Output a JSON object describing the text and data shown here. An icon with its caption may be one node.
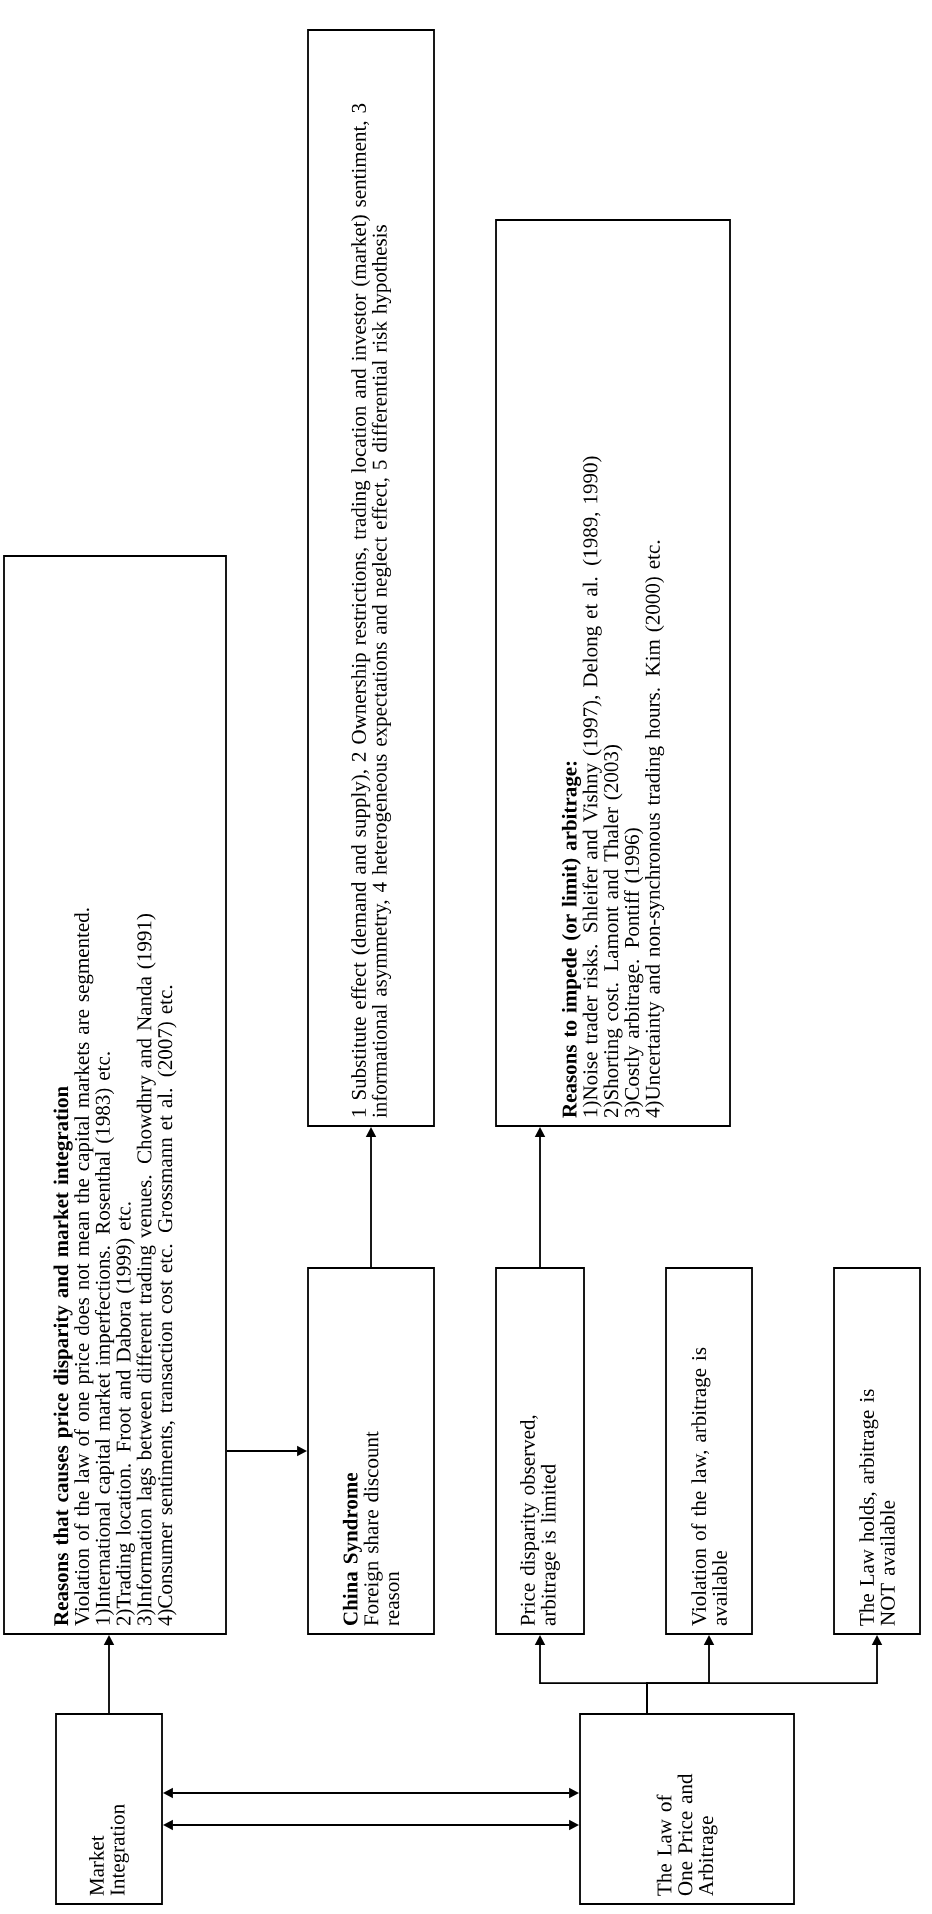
{
  "diagram": {
    "nodes": [
      {
        "text": [
          "Market Integration"
        ]
      },
      {
        "text": [
          "Reasons that causes price disparity and market integration",
          "Violation of the law of one price does not mean the capital markets are segmented.",
          "1)International capital market imperfections. Rosenthal (1983) etc.",
          "2)Trading location. Froot and Dabora (1999) etc.",
          "3)Information lags between different trading venues. Chowdhry and Nanda (1991)",
          "4)Consumer sentiments, transaction cost etc. Grossmann et al. (2007) etc."
        ]
      },
      {
        "text": [
          "China Syndrome",
          "Foreign share discount reason"
        ]
      },
      {
        "text": [
          "1 Substitute effect (demand and supply), 2 Ownership restrictions, trading location and investor (market) sentiment, 3 informational asymmetry, 4 heterogeneous expectations and neglect effect, 5 differential risk hypothesis"
        ]
      },
      {
        "text": [
          "The Law of One Price and Arbitrage"
        ]
      },
      {
        "text": [
          "Price disparity observed, arbitrage is limited"
        ]
      },
      {
        "text": [
          "Violation of the law, arbitrage is available"
        ]
      },
      {
        "text": [
          "The Law holds, arbitrage is NOT available"
        ]
      },
      {
        "text": [
          "Reasons to impede (or limit) arbitrage:",
          "1)Noise trader risks. Shleifer and Vishny (1997), Delong et al. (1989, 1990)",
          "2)Shorting cost. Lamont and Thaler (2003)",
          "3)Costly arbitrage. Pontiff (1996)",
          "4)Uncertainty and non-synchronous trading hours. Kim (2000) etc."
        ]
      }
    ],
    "edges": [
      {
        "from": 0,
        "to": 1,
        "arrow": "to"
      },
      {
        "from": 1,
        "to": 2,
        "arrow": "to"
      },
      {
        "from": 2,
        "to": 3,
        "arrow": "to"
      },
      {
        "from": 4,
        "to": 0,
        "arrow": "both"
      },
      {
        "from": 4,
        "to": 0,
        "arrow": "both"
      },
      {
        "from": 4,
        "to": 5,
        "arrow": "to"
      },
      {
        "from": 4,
        "to": 6,
        "arrow": "to"
      },
      {
        "from": 4,
        "to": 7,
        "arrow": "to"
      },
      {
        "from": 5,
        "to": 8,
        "arrow": "to"
      }
    ]
  }
}
